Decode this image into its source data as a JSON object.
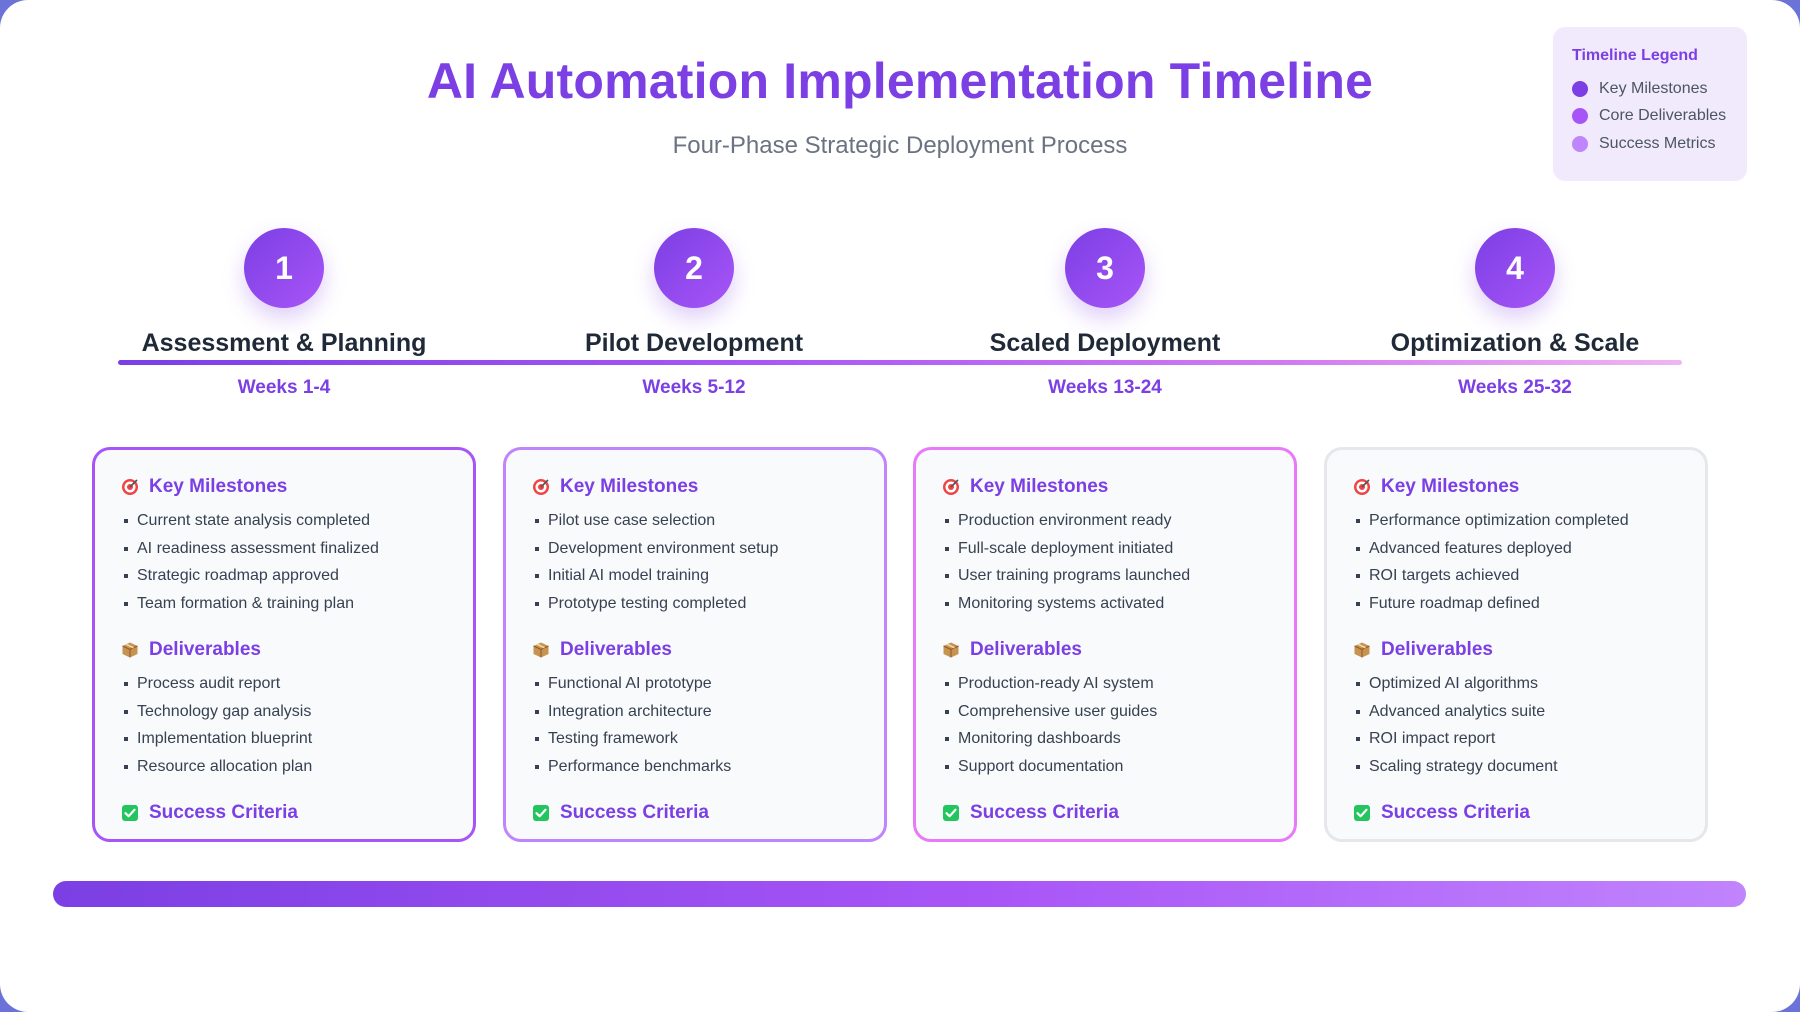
{
  "title": "AI Automation Implementation Timeline",
  "subtitle": "Four-Phase Strategic Deployment Process",
  "legend": {
    "title": "Timeline Legend",
    "items": [
      {
        "label": "Key Milestones",
        "color": "#7b3fe4"
      },
      {
        "label": "Core Deliverables",
        "color": "#a855f7"
      },
      {
        "label": "Success Metrics",
        "color": "#c084fc"
      }
    ]
  },
  "colors": {
    "accent": "#7b3fe4",
    "card_borders": [
      "#a855f7",
      "#c084fc",
      "#e879f9",
      "#e5e7eb"
    ]
  },
  "phases": [
    {
      "number": "1",
      "name": "Assessment & Planning",
      "weeks": "Weeks 1-4",
      "milestones_title": "Key Milestones",
      "milestones": [
        "Current state analysis completed",
        "AI readiness assessment finalized",
        "Strategic roadmap approved",
        "Team formation & training plan"
      ],
      "deliverables_title": "Deliverables",
      "deliverables": [
        "Process audit report",
        "Technology gap analysis",
        "Implementation blueprint",
        "Resource allocation plan"
      ],
      "criteria_title": "Success Criteria"
    },
    {
      "number": "2",
      "name": "Pilot Development",
      "weeks": "Weeks 5-12",
      "milestones_title": "Key Milestones",
      "milestones": [
        "Pilot use case selection",
        "Development environment setup",
        "Initial AI model training",
        "Prototype testing completed"
      ],
      "deliverables_title": "Deliverables",
      "deliverables": [
        "Functional AI prototype",
        "Integration architecture",
        "Testing framework",
        "Performance benchmarks"
      ],
      "criteria_title": "Success Criteria"
    },
    {
      "number": "3",
      "name": "Scaled Deployment",
      "weeks": "Weeks 13-24",
      "milestones_title": "Key Milestones",
      "milestones": [
        "Production environment ready",
        "Full-scale deployment initiated",
        "User training programs launched",
        "Monitoring systems activated"
      ],
      "deliverables_title": "Deliverables",
      "deliverables": [
        "Production-ready AI system",
        "Comprehensive user guides",
        "Monitoring dashboards",
        "Support documentation"
      ],
      "criteria_title": "Success Criteria"
    },
    {
      "number": "4",
      "name": "Optimization & Scale",
      "weeks": "Weeks 25-32",
      "milestones_title": "Key Milestones",
      "milestones": [
        "Performance optimization completed",
        "Advanced features deployed",
        "ROI targets achieved",
        "Future roadmap defined"
      ],
      "deliverables_title": "Deliverables",
      "deliverables": [
        "Optimized AI algorithms",
        "Advanced analytics suite",
        "ROI impact report",
        "Scaling strategy document"
      ],
      "criteria_title": "Success Criteria"
    }
  ]
}
